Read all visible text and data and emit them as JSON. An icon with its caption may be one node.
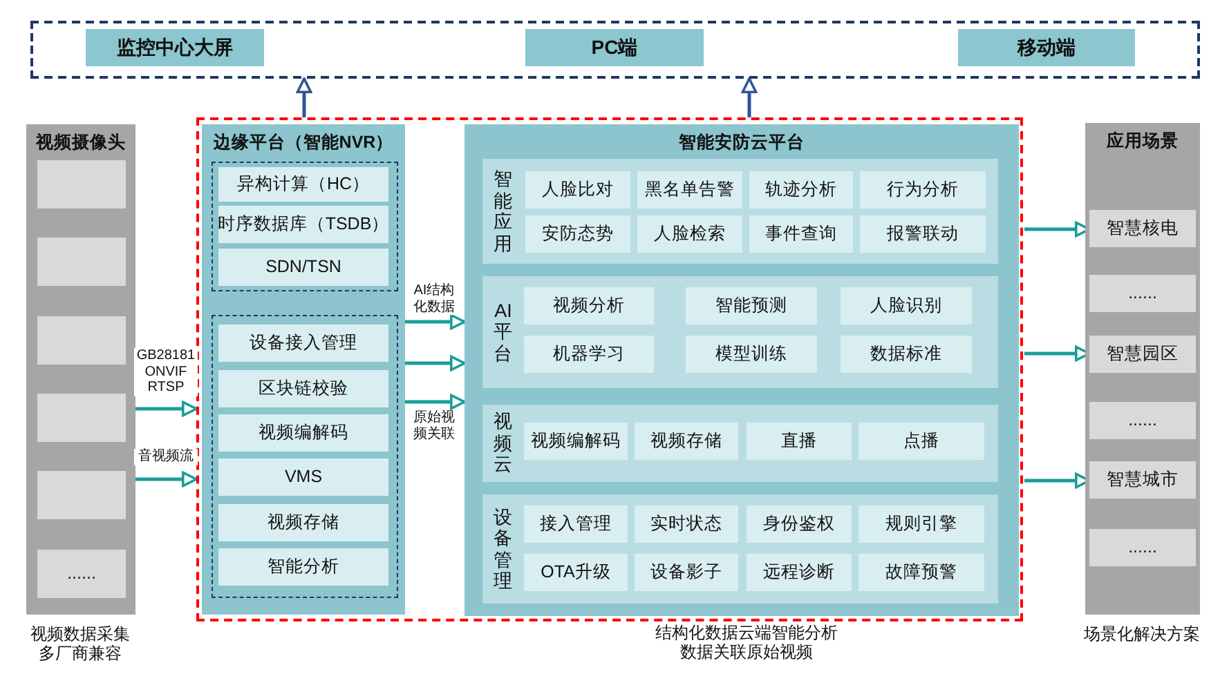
{
  "diagram": {
    "nodes": [
      {
        "text": [],
        "shape": "box"
      },
      {
        "text": [
          "监控中心大屏"
        ],
        "in": 0
      },
      {
        "text": [
          "PC端"
        ],
        "in": 0
      },
      {
        "text": [
          "移动端"
        ],
        "in": 0
      },
      {
        "text": [],
        "shape": "box",
        "beside": [
          "结构化数据云端智能分析数据关联原始视频"
        ]
      },
      {
        "text": [
          "视频摄像头"
        ],
        "beside": [
          "视频数据采集多厂商兼容"
        ]
      },
      {
        "text": [],
        "shape": "box",
        "in": 5
      },
      {
        "text": [],
        "shape": "box",
        "in": 5
      },
      {
        "text": [],
        "shape": "box",
        "in": 5
      },
      {
        "text": [],
        "shape": "box",
        "in": 5
      },
      {
        "text": [],
        "shape": "box",
        "in": 5
      },
      {
        "text": [
          "......"
        ],
        "in": 5
      },
      {
        "text": [
          "边缘平台（智能NVR）"
        ],
        "in": 4
      },
      {
        "text": [],
        "shape": "box",
        "in": 12
      },
      {
        "text": [
          "异构计算（HC）"
        ],
        "in": 13
      },
      {
        "text": [
          "时序数据库（TSDB）"
        ],
        "in": 13
      },
      {
        "text": [
          "SDN/TSN"
        ],
        "in": 13
      },
      {
        "text": [],
        "shape": "box",
        "in": 12
      },
      {
        "text": [
          "设备接入管理"
        ],
        "in": 17
      },
      {
        "text": [
          "区块链校验"
        ],
        "in": 17
      },
      {
        "text": [
          "视频编解码"
        ],
        "in": 17
      },
      {
        "text": [
          "VMS"
        ],
        "in": 17
      },
      {
        "text": [
          "视频存储"
        ],
        "in": 17
      },
      {
        "text": [
          "智能分析"
        ],
        "in": 17
      },
      {
        "text": [
          "智能安防云平台"
        ],
        "in": 4
      },
      {
        "text": [
          "智能应用"
        ],
        "in": 24
      },
      {
        "text": [
          "人脸比对"
        ],
        "in": 25
      },
      {
        "text": [
          "黑名单告警"
        ],
        "in": 25
      },
      {
        "text": [
          "轨迹分析"
        ],
        "in": 25
      },
      {
        "text": [
          "行为分析"
        ],
        "in": 25
      },
      {
        "text": [
          "安防态势"
        ],
        "in": 25
      },
      {
        "text": [
          "人脸检索"
        ],
        "in": 25
      },
      {
        "text": [
          "事件查询"
        ],
        "in": 25
      },
      {
        "text": [
          "报警联动"
        ],
        "in": 25
      },
      {
        "text": [
          "AI平台"
        ],
        "in": 24
      },
      {
        "text": [
          "视频分析"
        ],
        "in": 34
      },
      {
        "text": [
          "智能预测"
        ],
        "in": 34
      },
      {
        "text": [
          "人脸识别"
        ],
        "in": 34
      },
      {
        "text": [
          "机器学习"
        ],
        "in": 34
      },
      {
        "text": [
          "模型训练"
        ],
        "in": 34
      },
      {
        "text": [
          "数据标准"
        ],
        "in": 34
      },
      {
        "text": [
          "视频云"
        ],
        "in": 24
      },
      {
        "text": [
          "视频编解码"
        ],
        "in": 41
      },
      {
        "text": [
          "视频存储"
        ],
        "in": 41
      },
      {
        "text": [
          "直播"
        ],
        "in": 41
      },
      {
        "text": [
          "点播"
        ],
        "in": 41
      },
      {
        "text": [
          "设备管理"
        ],
        "in": 24
      },
      {
        "text": [
          "接入管理"
        ],
        "in": 46
      },
      {
        "text": [
          "实时状态"
        ],
        "in": 46
      },
      {
        "text": [
          "身份鉴权"
        ],
        "in": 46
      },
      {
        "text": [
          "规则引擎"
        ],
        "in": 46
      },
      {
        "text": [
          "OTA升级"
        ],
        "in": 46
      },
      {
        "text": [
          "设备影子"
        ],
        "in": 46
      },
      {
        "text": [
          "远程诊断"
        ],
        "in": 46
      },
      {
        "text": [
          "故障预警"
        ],
        "in": 46
      },
      {
        "text": [
          "应用场景"
        ],
        "beside": [
          "场景化解决方案"
        ]
      },
      {
        "text": [
          "智慧核电"
        ],
        "in": 55
      },
      {
        "text": [
          "......"
        ],
        "in": 55
      },
      {
        "text": [
          "智慧园区"
        ],
        "in": 55
      },
      {
        "text": [
          "......"
        ],
        "in": 55
      },
      {
        "text": [
          "智慧城市"
        ],
        "in": 55
      },
      {
        "text": [
          "......"
        ],
        "in": 55
      }
    ],
    "edges": [
      {
        "from": 4,
        "to": 0,
        "arrow": "to",
        "color": "#2f5597"
      },
      {
        "from": 4,
        "to": 0,
        "arrow": "to",
        "color": "#2f5597"
      },
      {
        "from": 5,
        "to": 4,
        "arrow": "to",
        "label": "GB28181 ONVIF RTSP"
      },
      {
        "from": 5,
        "to": 4,
        "arrow": "to",
        "label": "音视频流"
      },
      {
        "from": 12,
        "to": 24,
        "arrow": "to",
        "label": "AI结构化数据"
      },
      {
        "from": 12,
        "to": 24,
        "arrow": "to"
      },
      {
        "from": 12,
        "to": 24,
        "arrow": "to",
        "label": "原始视频关联"
      },
      {
        "from": 4,
        "to": 56,
        "arrow": "to"
      },
      {
        "from": 4,
        "to": 58,
        "arrow": "to"
      },
      {
        "from": 4,
        "to": 60,
        "arrow": "to"
      }
    ]
  }
}
